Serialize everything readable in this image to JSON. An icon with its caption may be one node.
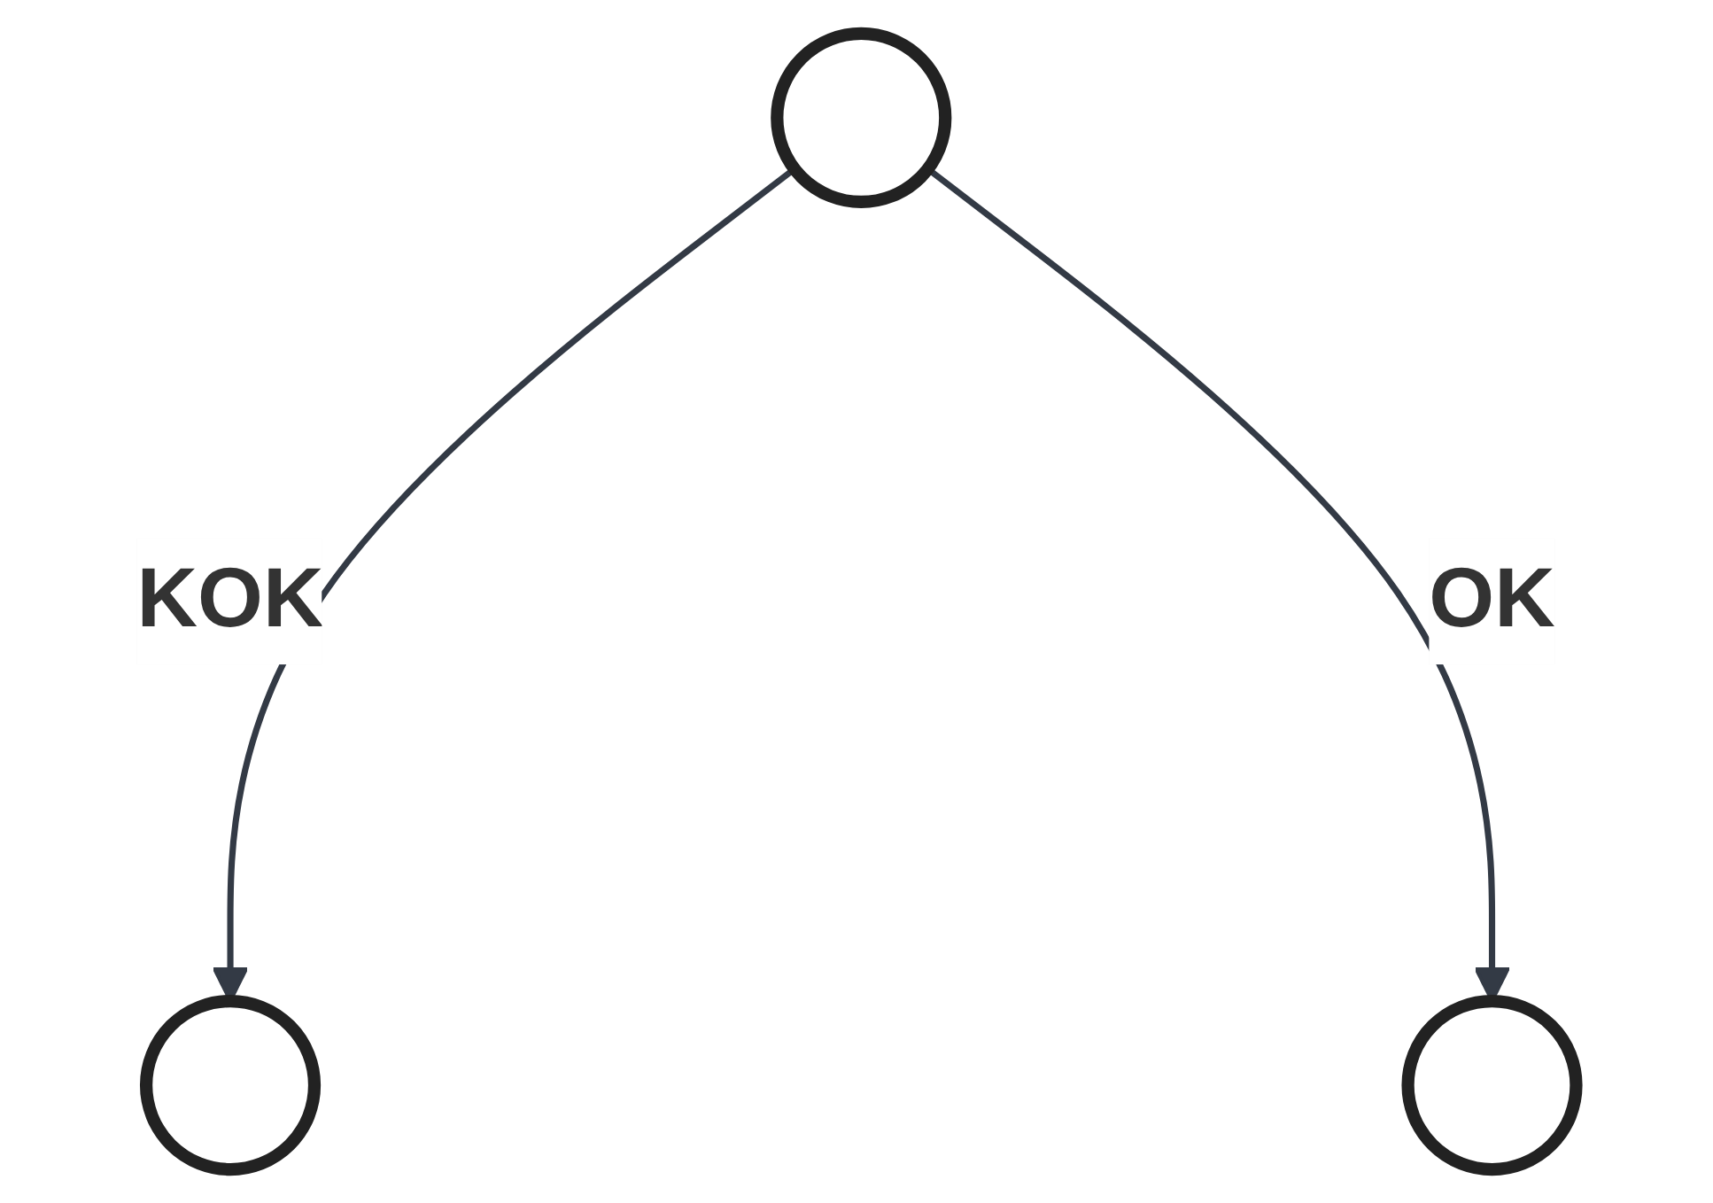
{
  "diagram": {
    "nodes": [
      {
        "text": [],
        "shape": "circle"
      },
      {
        "text": [],
        "shape": "circle"
      },
      {
        "text": [],
        "shape": "circle"
      }
    ],
    "edges": [
      {
        "from": 0,
        "to": 1,
        "arrow": "to",
        "label": "KOK"
      },
      {
        "from": 0,
        "to": 2,
        "arrow": "to",
        "label": "OK"
      }
    ]
  }
}
